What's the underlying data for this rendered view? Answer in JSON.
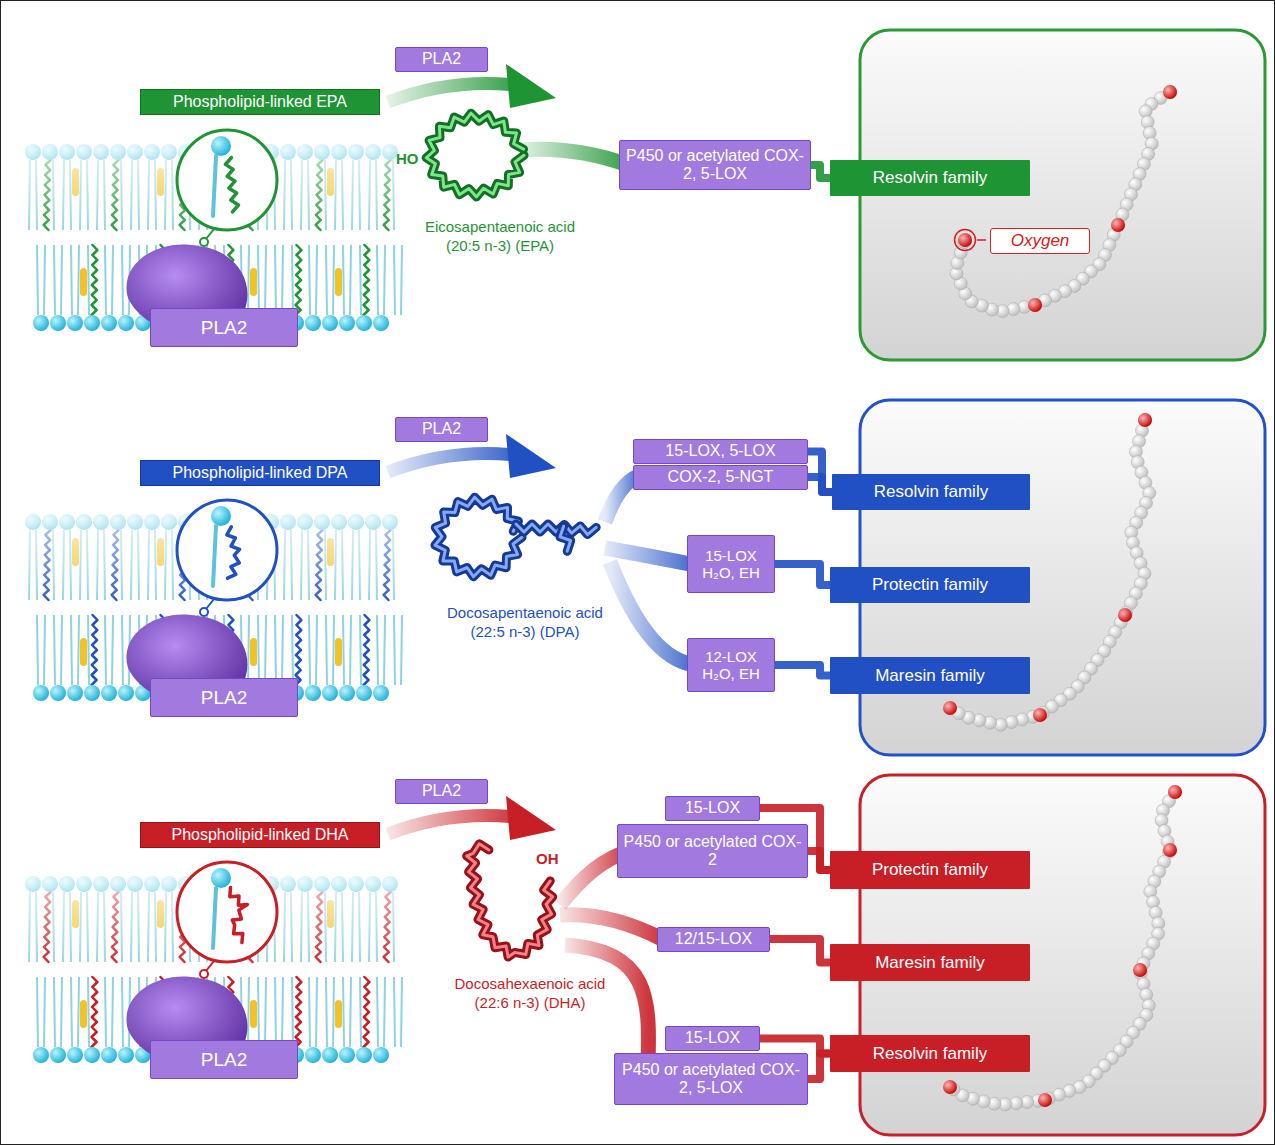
{
  "diagram": {
    "nodes": [
      {
        "text": [
          "PLA2"
        ]
      },
      {
        "text": [
          "Phospholipid-linked EPA"
        ]
      },
      {
        "text": [
          "P450 or acetylated COX-2, 5-LOX"
        ]
      },
      {
        "text": [
          "Resolvin family"
        ]
      },
      {
        "text": [
          "Oxygen"
        ]
      },
      {
        "text": [
          "PLA2"
        ]
      },
      {
        "text": [
          "PLA2"
        ]
      },
      {
        "text": [
          "Phospholipid-linked DPA"
        ]
      },
      {
        "text": [
          "15-LOX, 5-LOX"
        ]
      },
      {
        "text": [
          "COX-2, 5-NGT"
        ]
      },
      {
        "text": [
          "Resolvin family"
        ]
      },
      {
        "text": [
          "15-LOX H₂O, EH"
        ]
      },
      {
        "text": [
          "Protectin family"
        ]
      },
      {
        "text": [
          "12-LOX H₂O, EH"
        ]
      },
      {
        "text": [
          "Maresin family"
        ]
      },
      {
        "text": [
          "PLA2"
        ]
      },
      {
        "text": [
          "PLA2"
        ]
      },
      {
        "text": [
          "Phospholipid-linked DHA"
        ]
      },
      {
        "text": [
          "15-LOX"
        ]
      },
      {
        "text": [
          "P450 or acetylated COX-2"
        ]
      },
      {
        "text": [
          "Protectin family"
        ]
      },
      {
        "text": [
          "12/15-LOX"
        ]
      },
      {
        "text": [
          "Maresin family"
        ]
      },
      {
        "text": [
          "15-LOX"
        ]
      },
      {
        "text": [
          "P450 or acetylated COX-2, 5-LOX"
        ]
      },
      {
        "text": [
          "Resolvin family"
        ]
      },
      {
        "text": [
          "PLA2"
        ]
      }
    ],
    "edges": [
      {
        "from": 2,
        "to": 3,
        "arrow": "none"
      },
      {
        "from": 8,
        "to": 10,
        "arrow": "none"
      },
      {
        "from": 9,
        "to": 10,
        "arrow": "none"
      },
      {
        "from": 11,
        "to": 12,
        "arrow": "none"
      },
      {
        "from": 13,
        "to": 14,
        "arrow": "none"
      },
      {
        "from": 18,
        "to": 20,
        "arrow": "none"
      },
      {
        "from": 19,
        "to": 20,
        "arrow": "none"
      },
      {
        "from": 21,
        "to": 22,
        "arrow": "none"
      },
      {
        "from": 23,
        "to": 25,
        "arrow": "none"
      },
      {
        "from": 24,
        "to": 25,
        "arrow": "none"
      }
    ],
    "labels": [
      "HO",
      "Eicosapentaenoic acid (20:5 n-3) (EPA)",
      "Docosapentaenoic acid (22:5 n-3) (DPA)",
      "OH",
      "Docosahexaenoic acid (22:6 n-3) (DHA)"
    ]
  }
}
